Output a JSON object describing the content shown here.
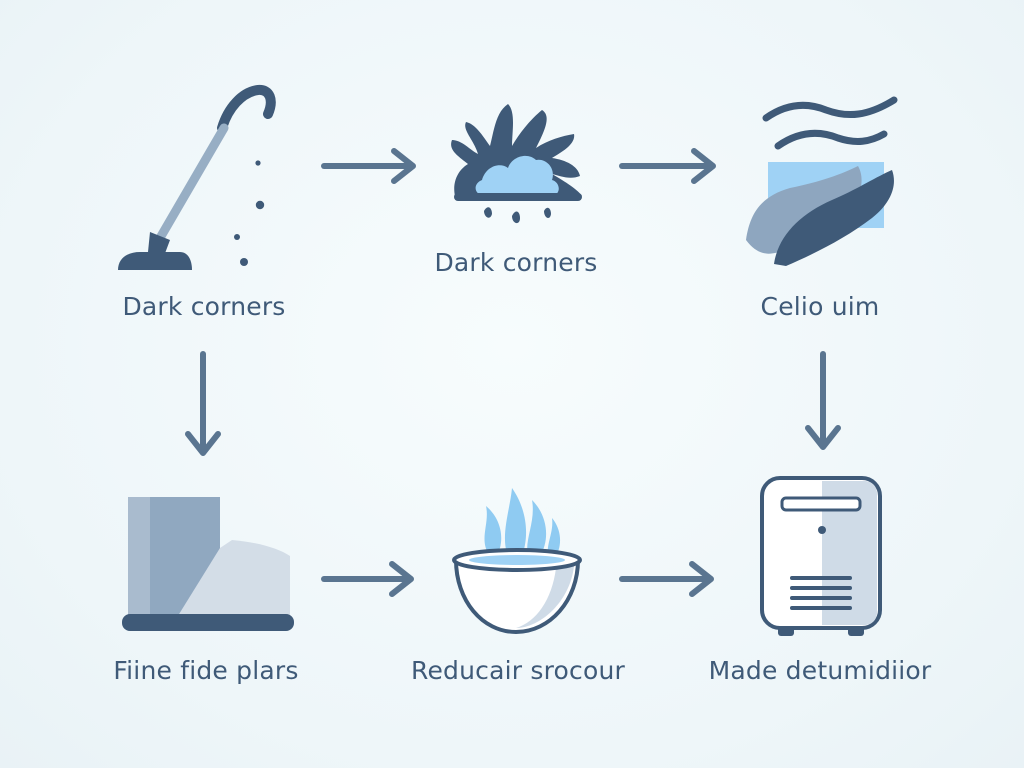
{
  "colors": {
    "dark": "#3f5a78",
    "mid": "#8ea6bf",
    "light": "#cfdbe7",
    "sky": "#9fd2f5",
    "flame": "#8fcbf2",
    "background": "#f1f8fb"
  },
  "nodes": [
    {
      "id": "vacuum",
      "icon": "vacuum-icon",
      "label": "Dark corners"
    },
    {
      "id": "splash",
      "icon": "water-splash-icon",
      "label": "Dark corners"
    },
    {
      "id": "wind",
      "icon": "air-flow-icon",
      "label": "Celio uim"
    },
    {
      "id": "wall",
      "icon": "wall-panel-icon",
      "label": "Fiine fide plars"
    },
    {
      "id": "bowl",
      "icon": "steaming-bowl-icon",
      "label": "Reducair srocour"
    },
    {
      "id": "dehumidifier",
      "icon": "dehumidifier-icon",
      "label": "Made detumidiior"
    }
  ],
  "arrows": [
    {
      "from": "vacuum",
      "to": "splash",
      "direction": "right"
    },
    {
      "from": "splash",
      "to": "wind",
      "direction": "right"
    },
    {
      "from": "vacuum",
      "to": "wall",
      "direction": "down"
    },
    {
      "from": "wind",
      "to": "dehumidifier",
      "direction": "down"
    },
    {
      "from": "wall",
      "to": "bowl",
      "direction": "right"
    },
    {
      "from": "bowl",
      "to": "dehumidifier",
      "direction": "right"
    }
  ]
}
